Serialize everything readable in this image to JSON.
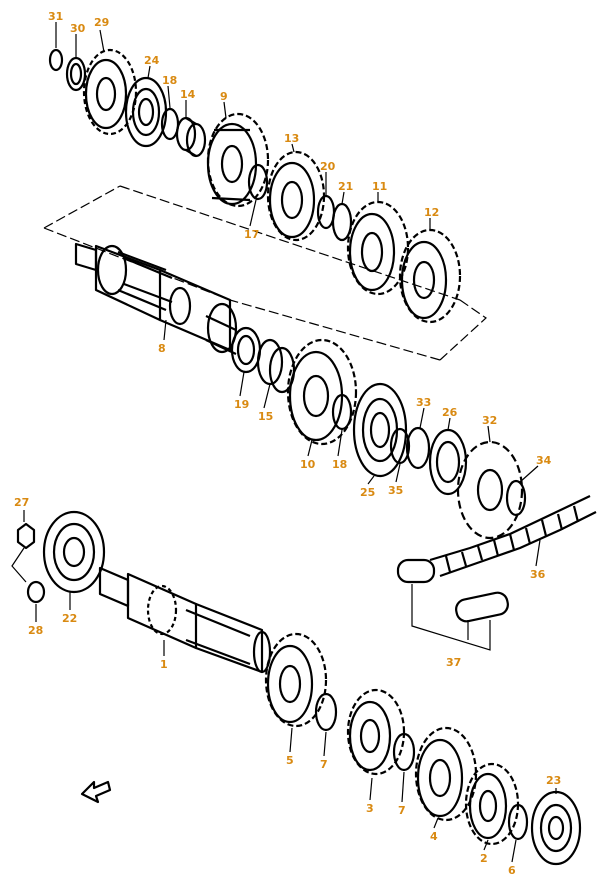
{
  "part_labels": {
    "p31": "31",
    "p30": "30",
    "p29": "29",
    "p24": "24",
    "p18a": "18",
    "p14": "14",
    "p9": "9",
    "p13": "13",
    "p20": "20",
    "p21": "21",
    "p11": "11",
    "p12": "12",
    "p17": "17",
    "p8": "8",
    "p19": "19",
    "p15": "15",
    "p10": "10",
    "p18b": "18",
    "p25": "25",
    "p35": "35",
    "p33": "33",
    "p26": "26",
    "p32": "32",
    "p34": "34",
    "p36": "36",
    "p37": "37",
    "p27": "27",
    "p22": "22",
    "p28": "28",
    "p1": "1",
    "p5": "5",
    "p7a": "7",
    "p3": "3",
    "p7b": "7",
    "p4": "4",
    "p2": "2",
    "p6": "6",
    "p23": "23"
  },
  "colors": {
    "line": "#000000",
    "label": "#d98a12",
    "background": "#ffffff"
  },
  "icons": {
    "front_arrow": "arrow-icon"
  }
}
